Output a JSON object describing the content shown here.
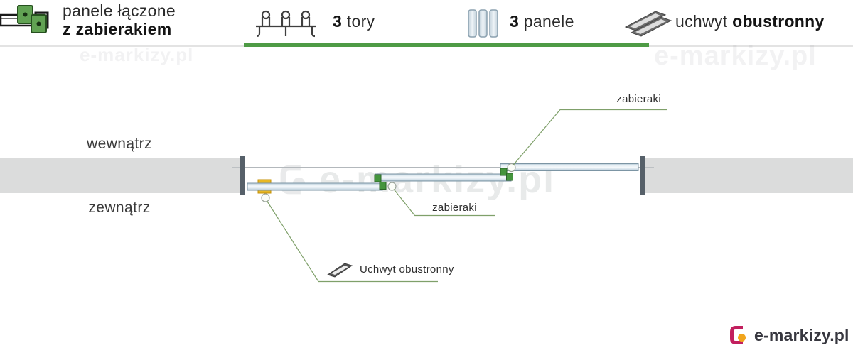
{
  "header": {
    "title": {
      "line1": "panele łączone",
      "line2": "z zabierakiem"
    },
    "specs": {
      "tracks": {
        "number": "3",
        "label": "tory"
      },
      "panels": {
        "number": "3",
        "label": "panele"
      },
      "handle": {
        "word": "uchwyt",
        "word_bold": "obustronny"
      }
    },
    "accent_color": "#4e9b45"
  },
  "diagram": {
    "label_inside": "wewnątrz",
    "label_outside": "zewnątrz",
    "callout_top": "zabieraki",
    "callout_middle": "zabieraki",
    "callout_handle": "Uchwyt obustronny",
    "watermark": "e-markizy.pl",
    "colors": {
      "panel_fill": "#dbe7ef",
      "panel_border": "#7c95a4",
      "zabierak_green": "#45953d",
      "handle_yellow": "#e8b824",
      "wall_band": "#dbdcdc",
      "post": "#566069",
      "callout_line": "#7fa06a"
    }
  },
  "footer": {
    "brand": "e-markizy.pl"
  }
}
